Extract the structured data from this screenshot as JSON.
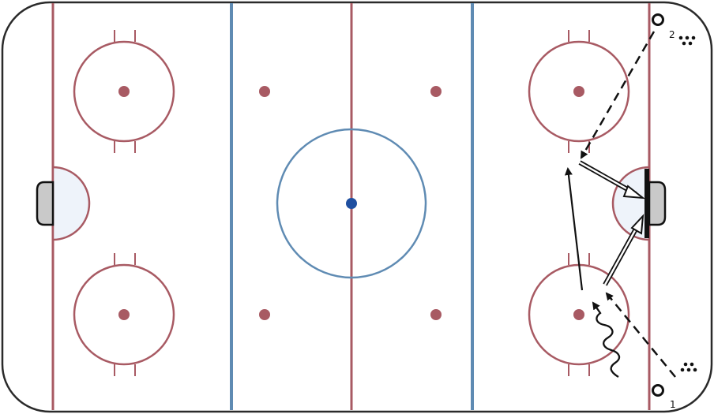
{
  "colors": {
    "board": "#2a2a2a",
    "red_line": "#a85a63",
    "blue_line": "#5f8bb3",
    "center_dot": "#1f4fa0",
    "ice": "#ffffff",
    "crease_fill": "#eef3fa",
    "net_fill": "#c9c9c9",
    "drill": "#111111"
  },
  "players": [
    {
      "id": "p2",
      "number": "2",
      "role": "passer",
      "icon": "player-circle-icon"
    },
    {
      "id": "p1",
      "number": "1",
      "role": "shooter",
      "icon": "player-circle-icon"
    }
  ],
  "pucks": [
    {
      "id": "pucks-top",
      "icon": "puck-pile-icon"
    },
    {
      "id": "pucks-bottom",
      "icon": "puck-pile-icon"
    }
  ],
  "drill": {
    "skate_paths": [
      "dashed",
      "dashed"
    ],
    "pass_paths": [
      "solid"
    ],
    "shot_paths": [
      "double",
      "double"
    ],
    "stickhandle_paths": [
      "wavy"
    ]
  }
}
